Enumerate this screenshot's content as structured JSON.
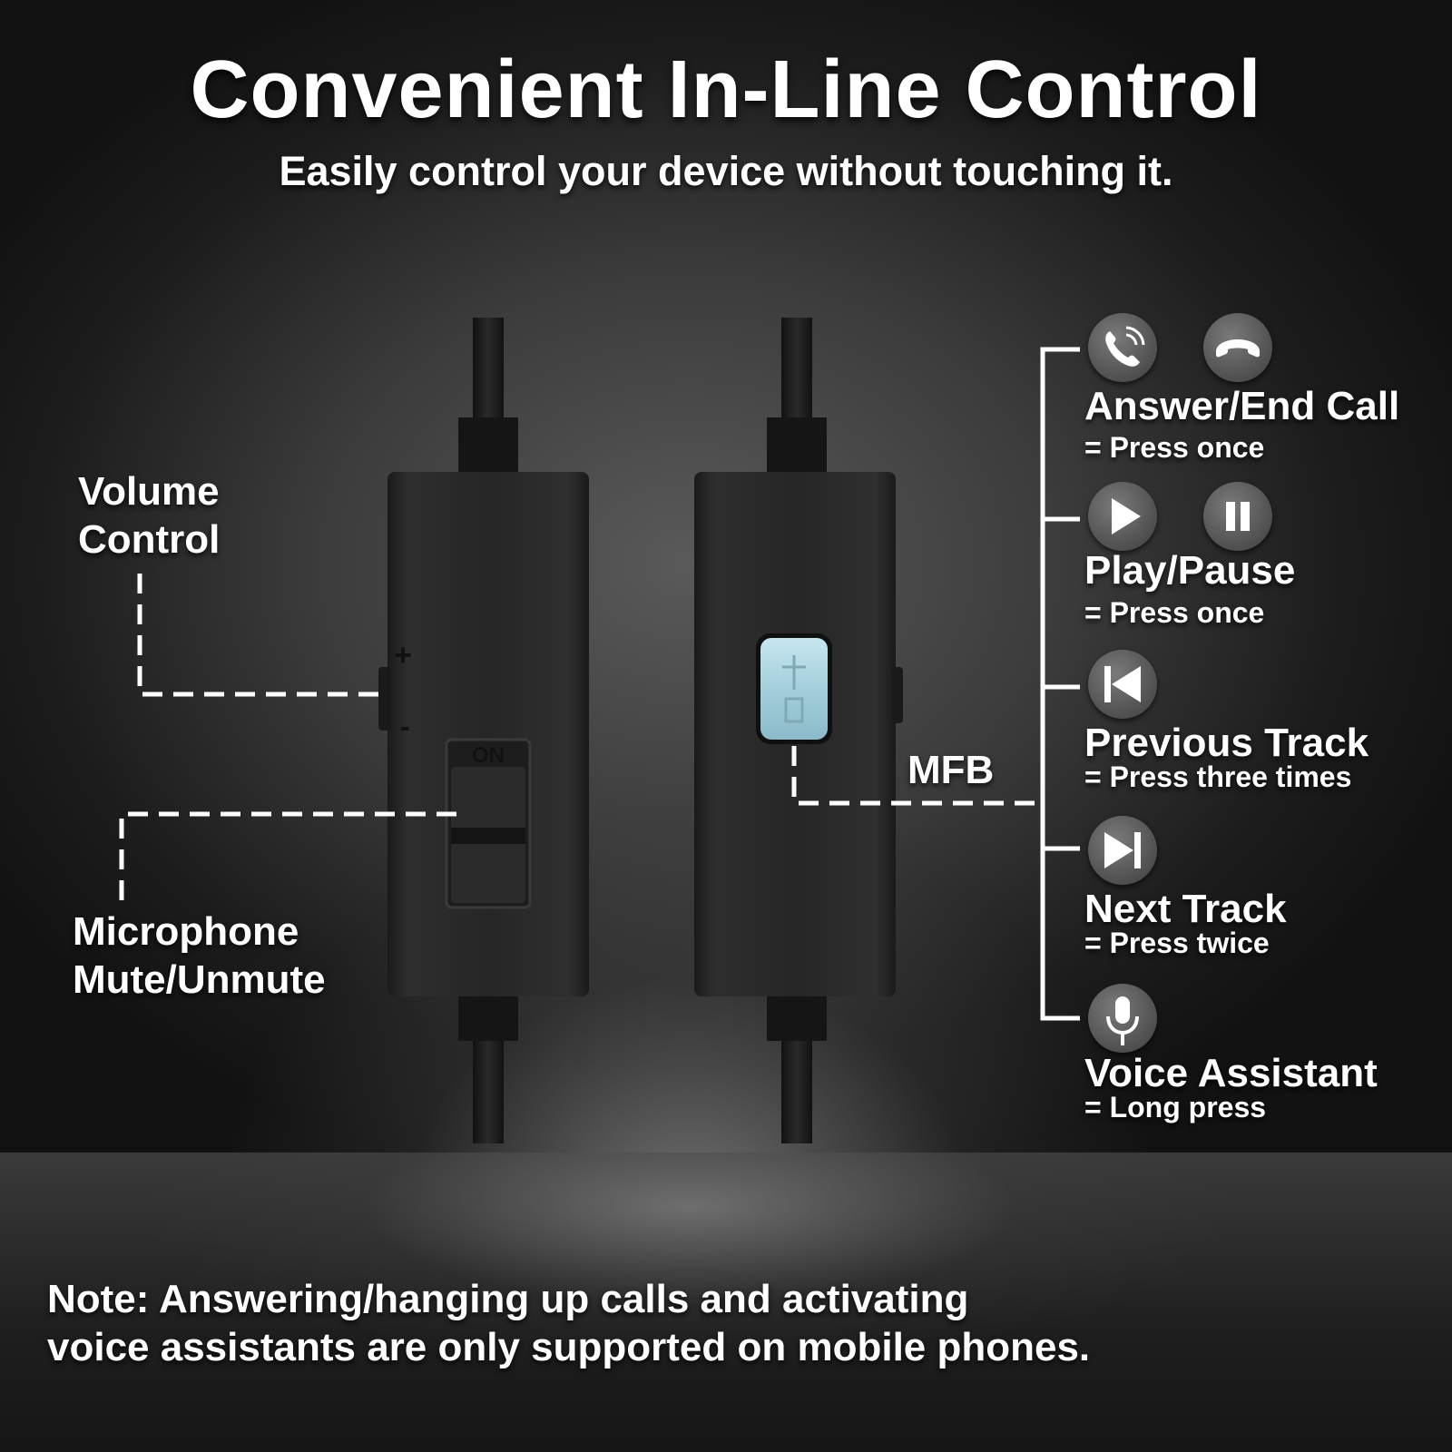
{
  "header": {
    "title": "Convenient In-Line Control",
    "subtitle": "Easily control your device without touching it."
  },
  "left_labels": {
    "volume_line1": "Volume",
    "volume_line2": "Control",
    "mic_line1": "Microphone",
    "mic_line2": "Mute/Unmute"
  },
  "device": {
    "switch_label": "ON",
    "plus": "+",
    "minus": "-",
    "mfb_label": "MFB"
  },
  "functions": [
    {
      "title": "Answer/End Call",
      "action": "= Press once",
      "icons": [
        "phone-answer-icon",
        "phone-hangup-icon"
      ]
    },
    {
      "title": "Play/Pause",
      "action": "= Press once",
      "icons": [
        "play-icon",
        "pause-icon"
      ]
    },
    {
      "title": "Previous Track",
      "action": "= Press three times",
      "icons": [
        "previous-track-icon"
      ]
    },
    {
      "title": "Next Track",
      "action": "= Press twice",
      "icons": [
        "next-track-icon"
      ]
    },
    {
      "title": "Voice Assistant",
      "action": "= Long press",
      "icons": [
        "microphone-icon"
      ]
    }
  ],
  "note": {
    "line1": "Note: Answering/hanging up calls and activating",
    "line2": "voice assistants are only supported on mobile phones."
  },
  "colors": {
    "background": "#3c3c3c",
    "device_body": "#262626",
    "mfb_button": "#a9d3df",
    "icon_bg": "#5e5e5e",
    "text": "#ffffff"
  }
}
